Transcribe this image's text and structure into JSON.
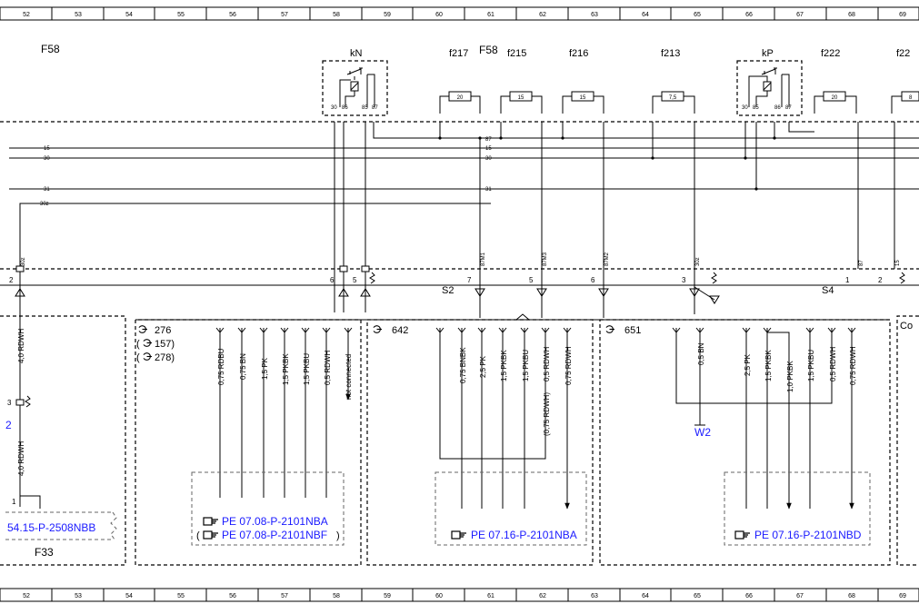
{
  "ruler": [
    "52",
    "53",
    "54",
    "55",
    "56",
    "57",
    "58",
    "59",
    "60",
    "61",
    "62",
    "63",
    "64",
    "65",
    "66",
    "67",
    "68",
    "69"
  ],
  "fuse_labels": {
    "f58_left": "F58",
    "kN": "kN",
    "f217": "f217",
    "f58_mid": "F58",
    "f215": "f215",
    "f216": "f216",
    "f213": "f213",
    "kP": "kP",
    "f222": "f222",
    "f22_cut": "f22"
  },
  "fuse_ratings": {
    "f217": "20",
    "f215": "15",
    "f216": "15",
    "f213": "7,5",
    "f222": "20",
    "f22_cut": "8"
  },
  "relay_pins": {
    "kN": [
      "30",
      "86",
      "85",
      "87"
    ],
    "kP": [
      "30",
      "85",
      "86",
      "87"
    ]
  },
  "busbars": {
    "b87": "87",
    "b15": "15",
    "b30": "30",
    "b31": "31",
    "b30z": "30z"
  },
  "connector_signals": [
    "30z",
    "87M1",
    "87M3",
    "87M2",
    "30z",
    "87",
    "15"
  ],
  "pin_numbers": {
    "p2": "2",
    "p6a": "6",
    "p5a": "5",
    "p7": "7",
    "p5b": "5",
    "p6b": "6",
    "p3": "3",
    "p1": "1",
    "p2b": "2"
  },
  "connector_names": {
    "s2": "S2",
    "s4": "S4"
  },
  "left_panel": {
    "wire_top": "4,0 RDWH",
    "pin3": "3",
    "marker": "2",
    "wire_bottom": "4,0 RDWH",
    "pin1": "1",
    "reference": "54.15-P-2508NBB",
    "component": "F33"
  },
  "group1": {
    "refs": [
      "276",
      "(",
      "157)",
      "(",
      "278)"
    ],
    "wires": [
      "0,75 RDBU",
      "0,75 BN",
      "1,5 PK",
      "1,5 PKBK",
      "1,5 PKBU",
      "0,5 RDWH",
      "not connected"
    ],
    "doc_ref": "PE 07.08-P-2101NBA",
    "doc_ref_alt": "PE 07.08-P-2101NBF",
    "paren_open": "(",
    "paren_close": ")"
  },
  "group2": {
    "ref": "642",
    "wires": [
      "0,75 BNBK",
      "2,5 PK",
      "1,5 PKBK",
      "1,5 PKBU",
      "0,5 RDWH",
      "0,75 RDWH"
    ],
    "wire_extra": "(0,75 RDWH)",
    "doc_ref": "PE 07.16-P-2101NBA"
  },
  "group3": {
    "ref": "651",
    "wires": [
      "0,5 BN",
      "2,5 PK",
      "1,5 PKBK",
      "1,0 PKBK",
      "1,5 PKBU",
      "0,5 RDWH",
      "0,75 RDWH"
    ],
    "ground": "W2",
    "doc_ref": "PE 07.16-P-2101NBD"
  },
  "group4_cut": "Co",
  "icons": {
    "connector": "connector-icon",
    "doc": "document-pointer-icon",
    "ground": "ground-icon"
  }
}
